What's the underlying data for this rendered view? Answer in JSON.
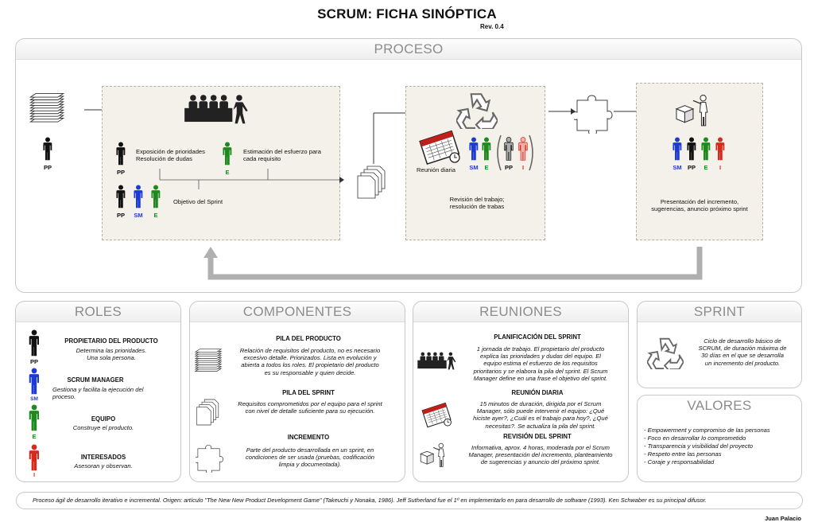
{
  "header": {
    "title": "SCRUM: FICHA SINÓPTICA",
    "revision": "Rev. 0.4"
  },
  "proceso": {
    "heading": "PROCESO",
    "pp_label": "PP",
    "planning": {
      "priorities": "Exposición de prioridades\nResolución de dudas",
      "estimation": "Estimación del esfuerzo para\ncada requisito",
      "sprint_goal": "Objetivo del Sprint",
      "roles_top": [
        "PP",
        "E"
      ],
      "roles_bottom": [
        "PP",
        "SM",
        "E"
      ]
    },
    "sprint": {
      "daily_label": "Reunión diaria",
      "review_text": "Revisión del trabajo;\nresolución de trabas",
      "roles": [
        "SM",
        "E",
        "PP",
        "I"
      ]
    },
    "review": {
      "text": "Presentación del incremento,\nsugerencias, anuncio próximo sprint",
      "roles": [
        "SM",
        "PP",
        "E",
        "I"
      ]
    }
  },
  "roles": {
    "heading": "ROLES",
    "items": [
      {
        "name": "PROPIETARIO DEL PRODUCTO",
        "desc": "Determina las prioridades.\nUna sola persona.",
        "badge": "PP"
      },
      {
        "name": "SCRUM MANAGER",
        "desc": "Gestiona y facilita la ejecución del\nproceso.",
        "badge": "SM"
      },
      {
        "name": "EQUIPO",
        "desc": "Construye el producto.",
        "badge": "E"
      },
      {
        "name": "INTERESADOS",
        "desc": "Asesoran y observan.",
        "badge": "I"
      }
    ]
  },
  "componentes": {
    "heading": "COMPONENTES",
    "items": [
      {
        "name": "PILA DEL PRODUCTO",
        "desc": "Relación de requisitos del producto, no es necesario\nexcesivo detalle. Priorizados. Lista en evolución y\nabierta a todos los roles.  El propietario del producto\nes su responsable y quien decide."
      },
      {
        "name": "PILA DEL SPRINT",
        "desc": "Requisitos comprometidos por el equipo para el sprint\ncon nivel de detalle suficiente para su ejecución."
      },
      {
        "name": "INCREMENTO",
        "desc": "Parte del producto desarrollada en un sprint, en\ncondiciones de ser usada (pruebas, codificación\nlimpia y documentada)."
      }
    ]
  },
  "reuniones": {
    "heading": "REUNIONES",
    "items": [
      {
        "name": "PLANIFICACIÓN DEL SPRINT",
        "desc": "1 jornada de trabajo. El propietario del producto\nexplica las prioridades y  dudas del equipo. El\nequipo estima el esfuerzo de los requisitos\nprioritarios y se elabora la pila del sprint. El Scrum\nManager define en una frase el objetivo del sprint."
      },
      {
        "name": "REUNIÓN DIARIA",
        "desc": "15 minutos de duración, dirigida por el Scrum\nManager, sólo puede intervenir el equipo: ¿Qué\nhiciste ayer?, ¿Cuál es el trabajo para hoy?, ¿Qué\nnecesitas?. Se actualiza la pila del sprint."
      },
      {
        "name": "REVISIÓN DEL SPRINT",
        "desc": "Informativa, aprox. 4 horas, moderada por el Scrum\nManager, presentación del incremento, planteamiento\nde sugerencias y anuncio del próximo sprint."
      }
    ]
  },
  "sprint": {
    "heading": "SPRINT",
    "desc": "Ciclo de desarrollo básico de\nSCRUM, de duración máxima de\n30 días en el que se desarrolla\nun incremento del producto."
  },
  "valores": {
    "heading": "VALORES",
    "items": [
      "- Empowerment y compromiso de las personas",
      "- Foco en desarrollar lo comprometido",
      "- Transparencia y visibilidad del proyecto",
      "- Respeto entre las personas",
      "- Coraje y responsabilidad"
    ]
  },
  "footer": {
    "note": "Proceso ágil de desarrollo iterativo e incremental. Origen: artículo \"The New New Product Development Game\" (Takeuchi y Nonaka, 1986). Jeff Sutherland fue el 1º en implementarlo en para desarrollo de software (1993). Ken Schwaber es su principal  difusor.",
    "author": "Juan Palacio"
  },
  "colors": {
    "pp": "#111111",
    "sm": "#1c3ad8",
    "e": "#1c8a1c",
    "i": "#d82a1c",
    "panel_text": "#8c8c8c",
    "stage_bg": "#f4f0ea"
  }
}
